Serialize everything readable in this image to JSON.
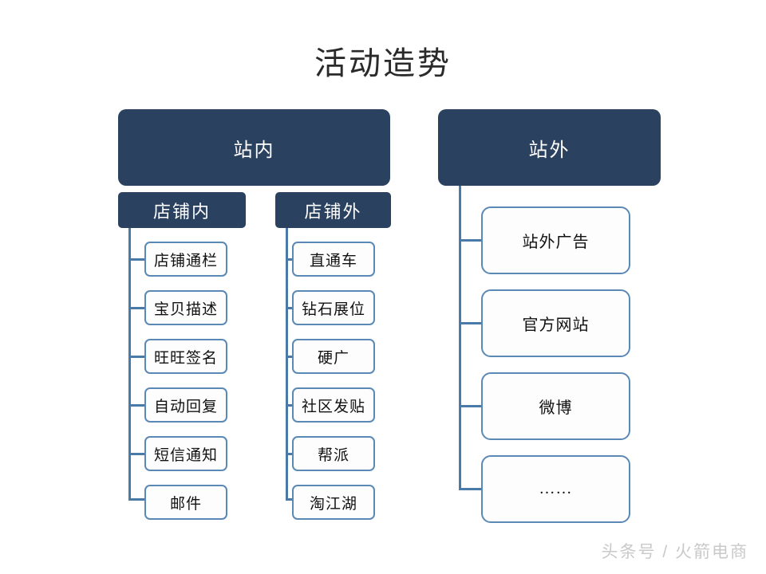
{
  "slide": {
    "title": "活动造势",
    "background_color": "#ffffff",
    "watermark": "头条号 / 火箭电商"
  },
  "colors": {
    "navy": "#2b4160",
    "leaf_border": "#5b89b5",
    "connector": "#4a7aa7",
    "leaf_fill": "#fdfdfd",
    "title_text": "#2a2a2a",
    "watermark_text": "#c9c9c9"
  },
  "branches": [
    {
      "id": "onsite",
      "header": "站内",
      "groups": [
        {
          "id": "in-shop",
          "header": "店铺内",
          "items": [
            "店铺通栏",
            "宝贝描述",
            "旺旺签名",
            "自动回复",
            "短信通知",
            "邮件"
          ]
        },
        {
          "id": "out-shop",
          "header": "店铺外",
          "items": [
            "直通车",
            "钻石展位",
            "硬广",
            "社区发贴",
            "帮派",
            "淘江湖"
          ]
        }
      ]
    },
    {
      "id": "offsite",
      "header": "站外",
      "groups": [
        {
          "id": "offsite-items",
          "header": "",
          "items": [
            "站外广告",
            "官方网站",
            "微博",
            "……"
          ]
        }
      ]
    }
  ]
}
